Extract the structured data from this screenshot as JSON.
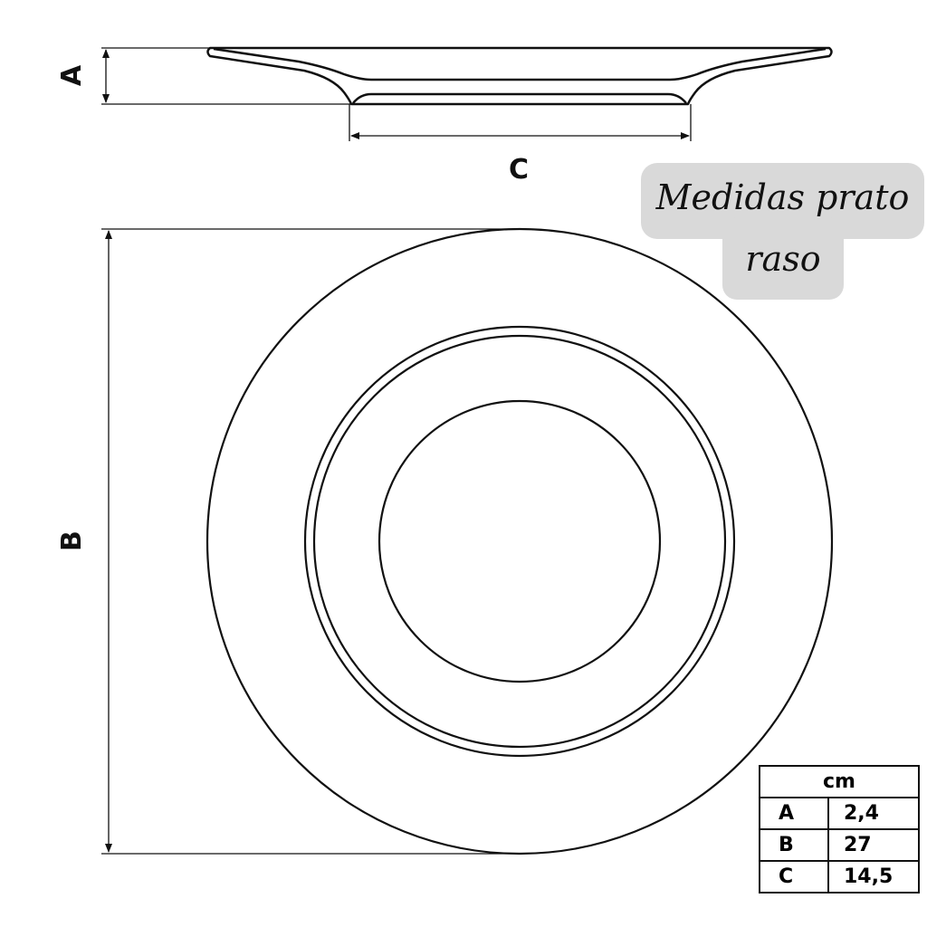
{
  "dimension_labels": {
    "a": "A",
    "b": "B",
    "c": "C"
  },
  "callout": {
    "line1": "Medidas prato",
    "line2": "raso",
    "bg_color": "#d9d9d9"
  },
  "table": {
    "unit": "cm",
    "rows": [
      {
        "key": "A",
        "value": "2,4"
      },
      {
        "key": "B",
        "value": "27"
      },
      {
        "key": "C",
        "value": "14,5"
      }
    ]
  }
}
